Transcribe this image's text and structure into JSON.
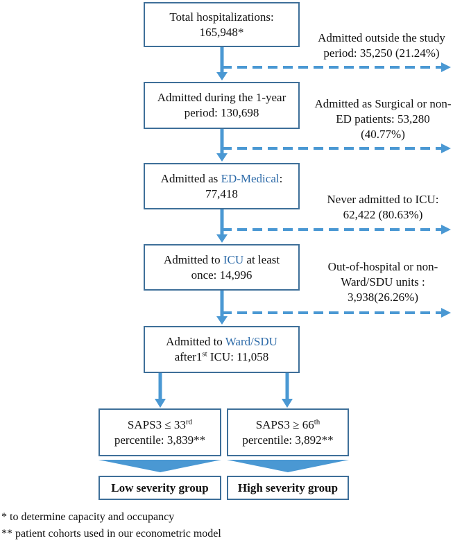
{
  "flow": {
    "total": {
      "line1": "Total hospitalizations:",
      "line2": "165,948*"
    },
    "period": {
      "line1": "Admitted during the 1-year",
      "line2": "period: 130,698"
    },
    "ed": {
      "pre": "Admitted as ",
      "hl": "ED-Medical",
      "post": ":",
      "line2": "77,418"
    },
    "icu": {
      "pre": "Admitted to ",
      "hl": "ICU",
      "post": " at least",
      "line2": "once: 14,996"
    },
    "ward": {
      "pre": "Admitted to ",
      "hl": "Ward/SDU",
      "line2a": "after1",
      "sup": "st",
      "line2b": " ICU: 11,058"
    }
  },
  "exclusions": {
    "outside": {
      "line1": "Admitted outside the study",
      "line2": "period: 35,250 (21.24%)"
    },
    "surgical": {
      "line1": "Admitted as Surgical or non-",
      "line2": "ED patients: 53,280",
      "line3": "(40.77%)"
    },
    "never_icu": {
      "line1": "Never admitted to ICU:",
      "line2": "62,422 (80.63%)"
    },
    "out_hospital": {
      "line1": "Out-of-hospital or non-",
      "line2": "Ward/SDU units :",
      "line3": "3,938(26.26%)"
    }
  },
  "split": {
    "low": {
      "pre": "SAPS3 ≤ 33",
      "sup": "rd",
      "line2": "percentile: 3,839**"
    },
    "high": {
      "pre": "SAPS3 ≥ 66",
      "sup": "th",
      "line2": "percentile: 3,892**"
    }
  },
  "groups": {
    "low": "Low severity group",
    "high": "High severity group"
  },
  "notes": {
    "n1": "* to determine capacity and occupancy",
    "n2": "** patient cohorts used in our econometric model"
  },
  "colors": {
    "arrow": "#4a98d3",
    "border": "#3e6f99",
    "highlight": "#2c6aa8"
  }
}
